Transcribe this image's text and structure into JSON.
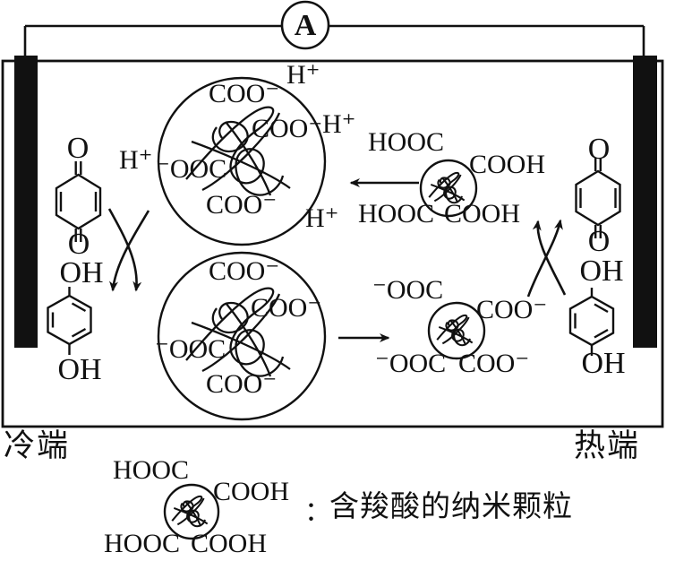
{
  "ammeter": {
    "label": "A"
  },
  "terminals": {
    "cold": "冷端",
    "hot": "热端"
  },
  "large_particle_upper": {
    "top": "COO⁻",
    "right": "COO⁻",
    "left": "⁻OOC",
    "bottom": "COO⁻"
  },
  "protons": {
    "left": "H⁺",
    "top_right": "H⁺",
    "right": "H⁺",
    "bottom_right": "H⁺"
  },
  "large_particle_lower": {
    "top": "COO⁻",
    "right": "COO⁻",
    "left": "⁻OOC",
    "bottom": "COO⁻"
  },
  "small_particle_upper": {
    "top_left": "HOOC",
    "top_right": "COOH",
    "bottom_left": "HOOC",
    "bottom_right": "COOH"
  },
  "small_particle_lower": {
    "top_left": "⁻OOC",
    "top_right": "COO⁻",
    "bottom_left": "⁻OOC",
    "bottom_right": "COO⁻"
  },
  "left_molecules": {
    "quinone_o_top": "O",
    "quinone_o_bottom": "O",
    "hydroquinone_oh_top": "OH",
    "hydroquinone_oh_bottom": "OH"
  },
  "right_molecules": {
    "quinone_o_top": "O",
    "quinone_o_bottom": "O",
    "hydroquinone_oh_top": "OH",
    "hydroquinone_oh_bottom": "OH"
  },
  "legend": {
    "top_left": "HOOC",
    "top_right": "COOH",
    "bottom_left": "HOOC",
    "bottom_right": "COOH",
    "colon": "：",
    "caption": "含羧酸的纳米颗粒"
  },
  "colors": {
    "ink": "#111111"
  }
}
